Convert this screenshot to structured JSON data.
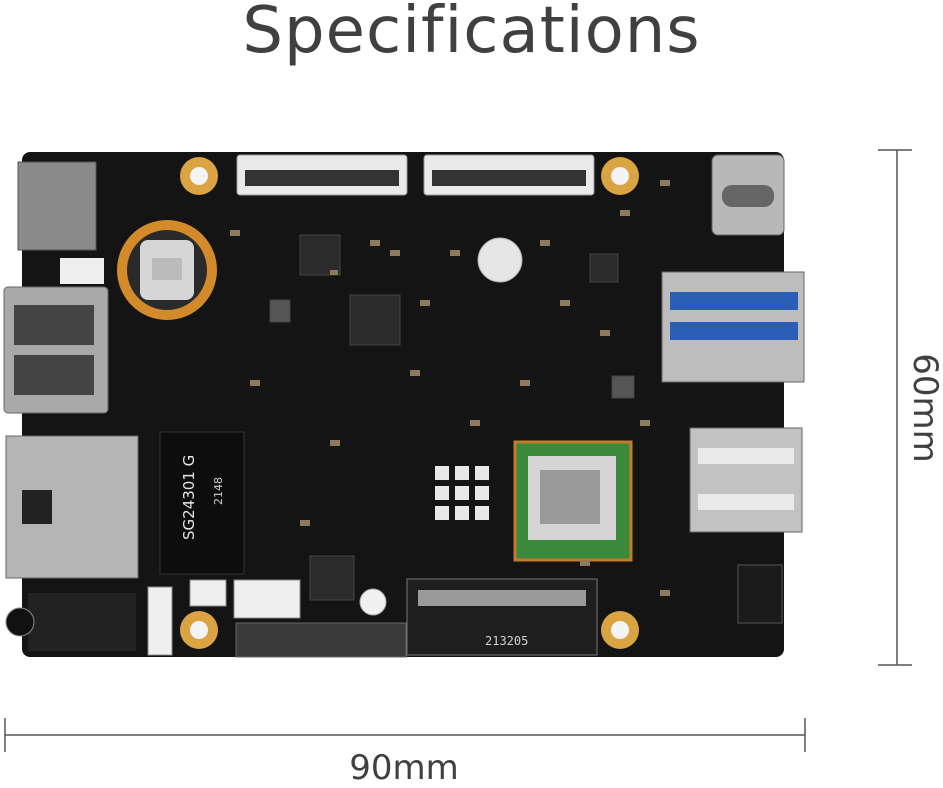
{
  "title": "Specifications",
  "dimensions": {
    "width_label": "90mm",
    "height_label": "60mm"
  },
  "board_labels": {
    "chip_a": "SG24301 G",
    "chip_a_sub": "2148",
    "ssd_slot": "213205"
  },
  "colors": {
    "pcb": "#141414",
    "gold": "#d9a441",
    "metal": "#b8b8b8",
    "wifi_module": "#3b8a3b",
    "text": "#404040"
  }
}
